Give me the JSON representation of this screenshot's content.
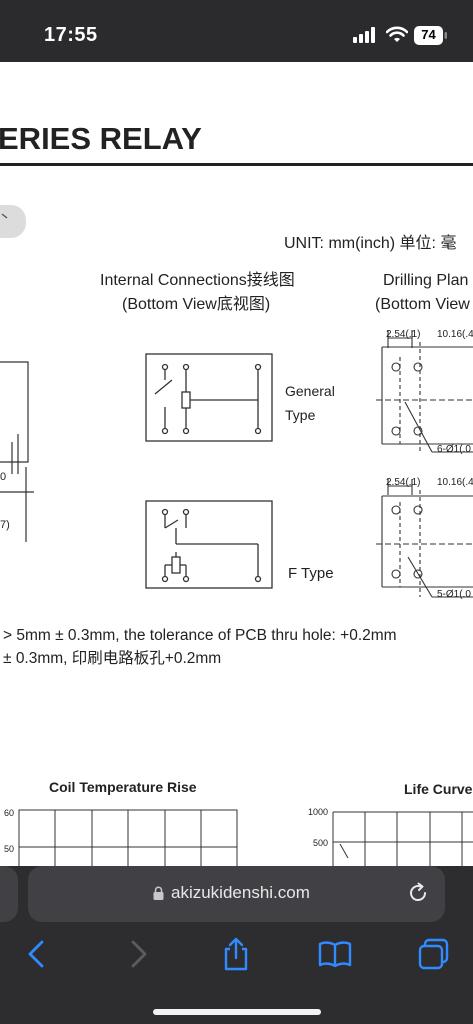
{
  "status_bar": {
    "time": "17:55",
    "battery": "74"
  },
  "document": {
    "title": "ERIES RELAY",
    "unit_label": "UNIT: mm(inch) 单位: 毫",
    "internal_connections": {
      "line1": "Internal Connections接线图",
      "line2": "(Bottom View底视图)"
    },
    "drilling_plan": {
      "line1": "Drilling Plan",
      "line2": "(Bottom View"
    },
    "general_type": {
      "line1": "General",
      "line2": "Type"
    },
    "f_type": "F Type",
    "dims": {
      "pitch_1": "2.54(.1)",
      "span_1": "10.16(.4",
      "hole_1": "6-Ø1(.0",
      "pitch_2": "2.54(.1)",
      "span_2": "10.16(.4",
      "hole_2": "5-Ø1(.0",
      "left_dim": "7)",
      "left_dim2": "0"
    },
    "note_1": "> 5mm ± 0.3mm, the tolerance of PCB thru hole: +0.2mm",
    "note_2": "± 0.3mm, 印刷电路板孔+0.2mm",
    "coil_chart": {
      "title": "Coil Temperature Rise",
      "y_ticks": [
        "60",
        "50"
      ]
    },
    "life_chart": {
      "title": "Life Curve",
      "y_ticks": [
        "1000",
        "500"
      ]
    }
  },
  "browser": {
    "url": "akizukidenshi.com"
  },
  "toolbar": {
    "back_icon": "chevron-left-icon",
    "forward_icon": "chevron-right-icon",
    "share_icon": "share-icon",
    "bookmarks_icon": "book-icon",
    "tabs_icon": "tabs-icon"
  }
}
